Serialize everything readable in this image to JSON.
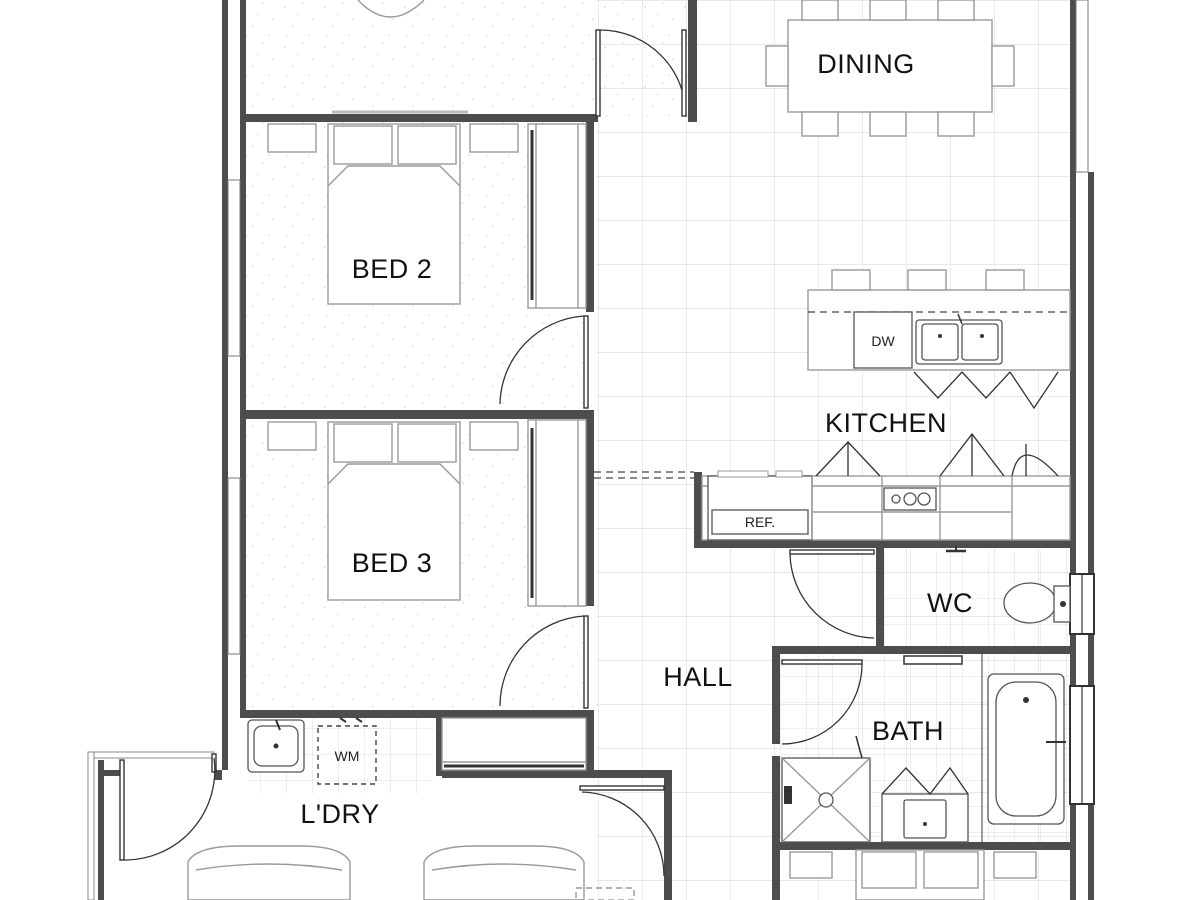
{
  "rooms": {
    "dining": "DINING",
    "bed2": "BED 2",
    "bed3": "BED 3",
    "kitchen": "KITCHEN",
    "wc": "WC",
    "hall": "HALL",
    "bath": "BATH",
    "laundry": "L'DRY"
  },
  "fixtures": {
    "dishwasher": "DW",
    "refrigerator": "REF.",
    "washing_machine": "WM"
  },
  "colors": {
    "wall": "#4d4d4d",
    "tile_grid": "#dcdcdc",
    "carpet_fleck": "#cfcfcf"
  }
}
